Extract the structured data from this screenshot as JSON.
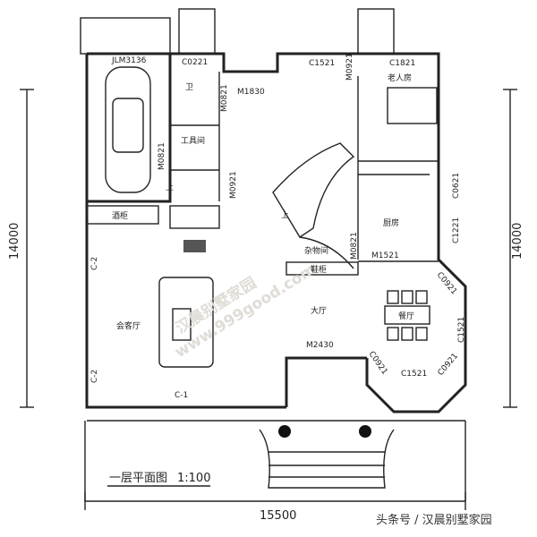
{
  "title": "一层平面图",
  "scale": "1:100",
  "dimensions": {
    "width": "15500",
    "height_left": "14000",
    "height_right": "14000"
  },
  "rooms": {
    "garage_door": "JLM3136",
    "bathroom": "卫",
    "tool_room": "工具间",
    "elder_room": "老人房",
    "kitchen": "厨房",
    "storage": "杂物间",
    "wine_cabinet": "酒柜",
    "shoe_cabinet": "鞋柜",
    "hall": "大厅",
    "living": "会客厅",
    "dining": "餐厅",
    "stair_up_1": "上",
    "stair_up_2": "上"
  },
  "openings": {
    "c0221": "C0221",
    "m1830": "M1830",
    "m0821_a": "M0821",
    "m0821_b": "M0821",
    "m0921_a": "M0921",
    "c1521_top": "C1521",
    "m0921_b": "M0921",
    "c1821": "C1821",
    "c0621": "C0621",
    "c1221": "C1221",
    "m0821_c": "M0821",
    "m1521": "M1521",
    "c0921_a": "C0921",
    "c1521_right": "C1521",
    "c0921_b": "C0921",
    "c0921_c": "C0921",
    "c1521_bottom": "C1521",
    "m2430": "M2430",
    "c2_a": "C-2",
    "c2_b": "C-2",
    "c1": "C-1"
  },
  "watermark": {
    "line1": "汉晨别墅家园",
    "line2": "www.999good.com"
  },
  "footer_credit": "头条号 / 汉晨别墅家园"
}
